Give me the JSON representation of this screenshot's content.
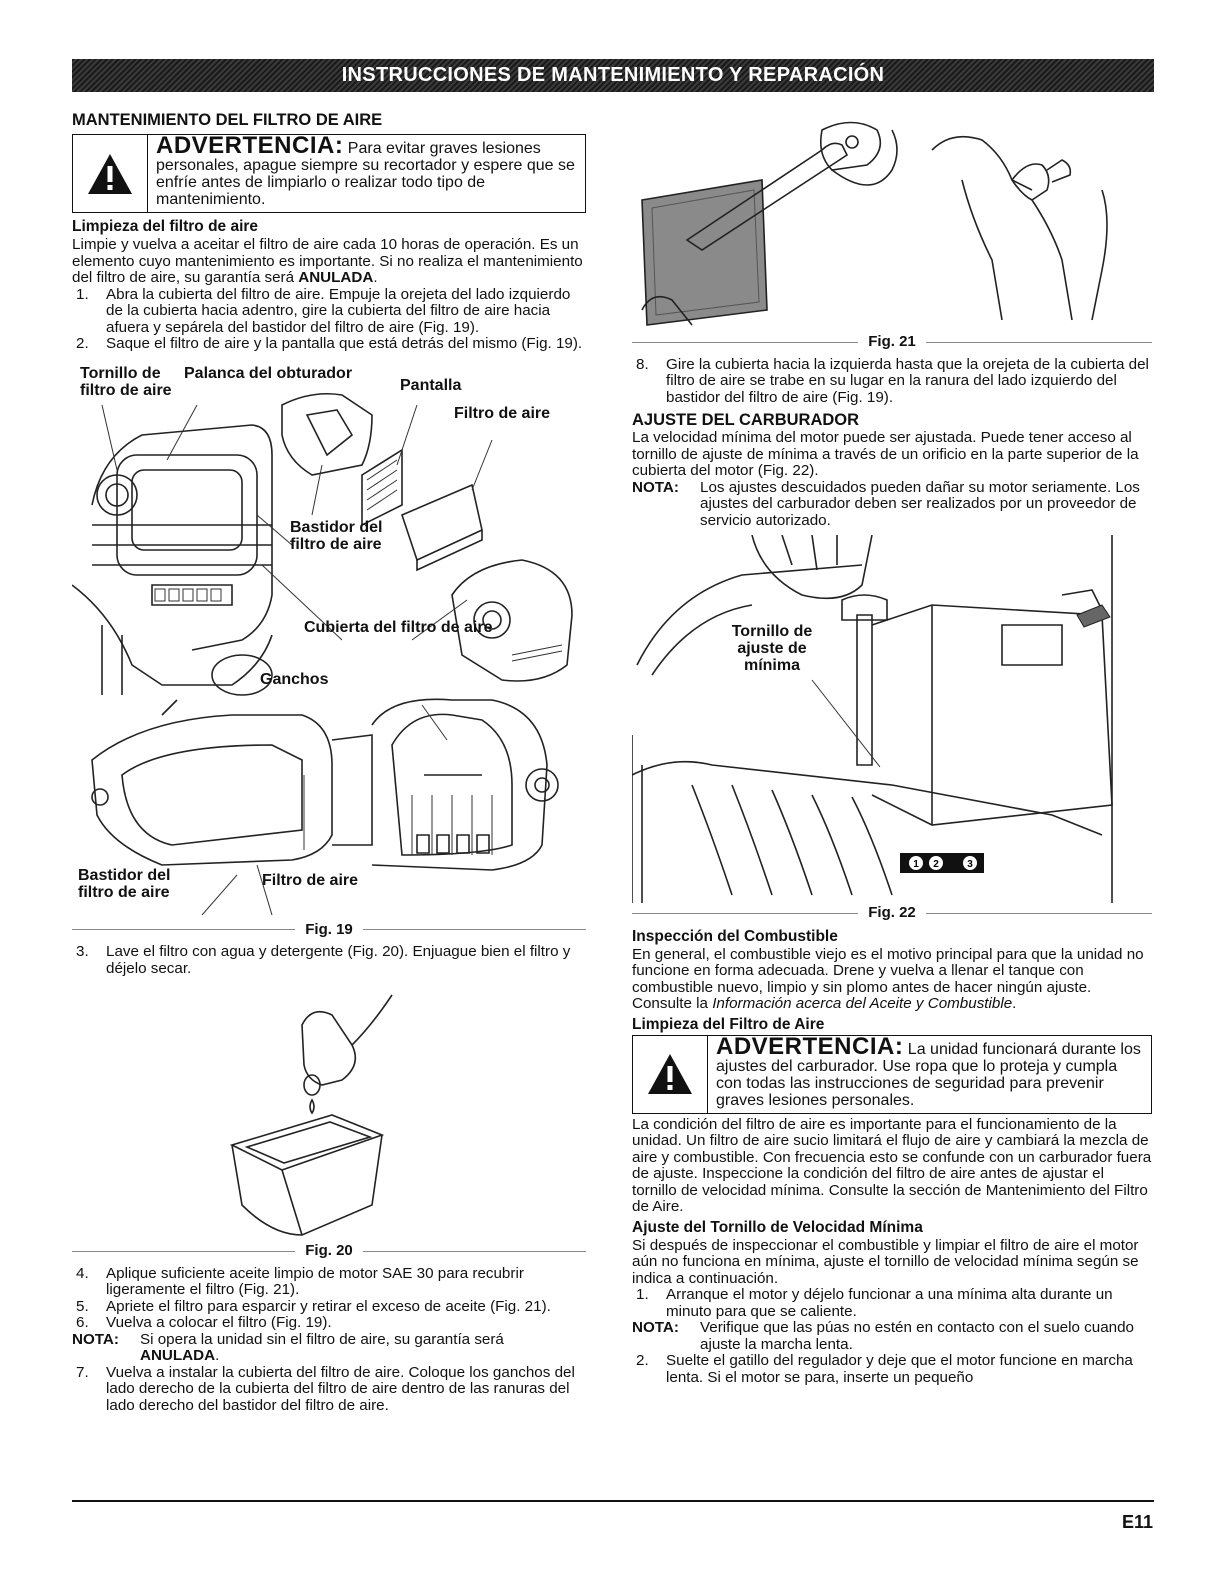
{
  "banner": "INSTRUCCIONES DE MANTENIMIENTO Y REPARACIÓN",
  "left": {
    "section_title": "MANTENIMIENTO DEL FILTRO DE AIRE",
    "warning": {
      "heading": "ADVERTENCIA:",
      "text": "Para evitar graves lesiones personales, apague siempre su recortador y espere que se enfríe antes de limpiarlo o realizar todo tipo de mantenimiento."
    },
    "subtitle": "Limpieza del filtro de aire",
    "intro_a": "Limpie y vuelva a aceitar el filtro de aire cada 10 horas de operación. Es un elemento cuyo mantenimiento es importante. Si no realiza el mantenimiento del filtro de aire, su garantía será ",
    "intro_bold": "ANULADA",
    "intro_end": ".",
    "steps_a": [
      {
        "n": "1.",
        "text": "Abra la cubierta del filtro de aire. Empuje la orejeta del lado izquierdo de la cubierta hacia adentro, gire la cubierta del filtro de aire hacia afuera y sepárela del bastidor del filtro de aire (Fig. 19)."
      },
      {
        "n": "2.",
        "text": "Saque el filtro de aire y la pantalla que está detrás del mismo (Fig. 19)."
      }
    ],
    "fig19": {
      "labels": {
        "screw": "Tornillo de filtro de aire",
        "choke": "Palanca del obturador",
        "screen": "Pantalla",
        "filter_top": "Filtro de aire",
        "frame_top": "Bastidor del filtro de aire",
        "cover": "Cubierta del filtro de aire",
        "hooks": "Ganchos",
        "frame_bottom": "Bastidor del filtro de aire",
        "filter_bottom": "Filtro de aire"
      },
      "caption": "Fig. 19"
    },
    "step3": {
      "n": "3.",
      "text": "Lave el filtro con agua y detergente (Fig. 20). Enjuague bien el filtro y déjelo secar."
    },
    "fig20_caption": "Fig. 20",
    "steps_b": [
      {
        "n": "4.",
        "text": "Aplique suficiente aceite limpio de motor SAE 30 para recubrir ligeramente el filtro (Fig. 21)."
      },
      {
        "n": "5.",
        "text": "Apriete el filtro para esparcir y retirar el exceso de aceite (Fig. 21)."
      },
      {
        "n": "6.",
        "text": "Vuelva a colocar el filtro (Fig. 19)."
      }
    ],
    "nota": {
      "label": "NOTA:",
      "text": "Si opera la unidad sin el filtro de aire, su garantía será ",
      "bold": "ANULADA",
      "end": "."
    },
    "step7": {
      "n": "7.",
      "text": "Vuelva a instalar la cubierta del filtro de aire. Coloque los ganchos del lado derecho de la cubierta del filtro de aire dentro de las ranuras del lado derecho del bastidor del filtro de aire."
    }
  },
  "right": {
    "fig21_caption": "Fig. 21",
    "step8": {
      "n": "8.",
      "text": "Gire la cubierta hacia la izquierda hasta que la orejeta de la cubierta del filtro de aire se trabe en su lugar en la ranura del lado izquierdo del bastidor del filtro de aire (Fig. 19)."
    },
    "carb_title": "AJUSTE DEL CARBURADOR",
    "carb_text": "La velocidad mínima del motor puede ser ajustada. Puede tener acceso al tornillo de ajuste de mínima a través de un orificio en la parte superior de la cubierta del motor (Fig. 22).",
    "nota1": {
      "label": "NOTA:",
      "text": "Los ajustes descuidados pueden dañar su motor seriamente. Los ajustes del carburador deben ser realizados por un proveedor de servicio autorizado."
    },
    "fig22": {
      "label": "Tornillo de ajuste de mínima",
      "caption": "Fig. 22",
      "numbers": [
        "1",
        "2",
        "3"
      ]
    },
    "fuel_title": "Inspección del Combustible",
    "fuel_text": "En general, el combustible viejo es el motivo principal para que la unidad no funcione en forma adecuada. Drene y vuelva a llenar el tanque con combustible nuevo, limpio y sin plomo antes de hacer ningún ajuste. Consulte la ",
    "fuel_italic": "Información acerca del Aceite y Combustible",
    "fuel_end": ".",
    "filter_title": "Limpieza del Filtro de Aire",
    "warning": {
      "heading": "ADVERTENCIA:",
      "text": "La unidad funcionará durante los ajustes del carburador. Use ropa que lo proteja y cumpla con todas las instrucciones de seguridad para prevenir graves lesiones personales."
    },
    "filter_text": "La condición del filtro de aire es importante para el funcionamiento de la unidad. Un filtro de aire sucio limitará el flujo de aire y cambiará la mezcla de aire y combustible. Con frecuencia esto se confunde con un carburador fuera de ajuste. Inspeccione la condición del filtro de aire antes de ajustar el tornillo de velocidad mínima. Consulte la sección de Mantenimiento del Filtro de Aire.",
    "idle_title": "Ajuste del Tornillo de Velocidad Mínima",
    "idle_text": "Si después de inspeccionar el combustible y limpiar el filtro de aire el motor aún no funciona en mínima, ajuste el tornillo de velocidad mínima según se indica a continuación.",
    "step1": {
      "n": "1.",
      "text": "Arranque el motor y déjelo funcionar a una mínima alta durante un minuto para que se caliente."
    },
    "nota2": {
      "label": "NOTA:",
      "text": "Verifique que las púas no estén en contacto con el suelo cuando ajuste la marcha lenta."
    },
    "step2": {
      "n": "2.",
      "text": "Suelte el gatillo del regulador y deje que el motor funcione en marcha lenta. Si el motor se para, inserte un pequeño"
    }
  },
  "page_number": "E11"
}
